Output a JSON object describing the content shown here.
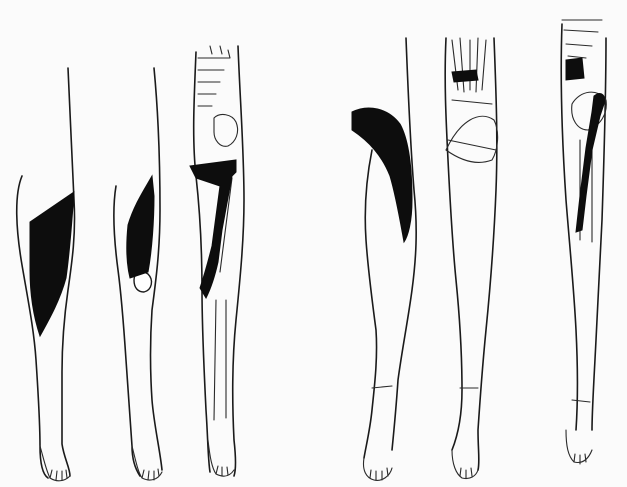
{
  "figure": {
    "background_color": "#fbfbfb",
    "ink_color": "#111111",
    "groups": [
      {
        "group": "left",
        "panels": [
          {
            "id": "leg-1",
            "view": "skin-outline",
            "marking": "shaded-lateral-thigh-band"
          },
          {
            "id": "leg-2",
            "view": "skin-outline",
            "marking": "shaded-lateral-thigh-region"
          },
          {
            "id": "leg-3",
            "view": "skeletal-outline",
            "marking": "shaded-femoral-nerve-path"
          }
        ]
      },
      {
        "group": "right",
        "panels": [
          {
            "id": "leg-4",
            "view": "skin-outline",
            "marking": "shaded-posterior-thigh-curve"
          },
          {
            "id": "leg-5",
            "view": "muscle-outline",
            "marking": "pelvic-muscle-detail"
          },
          {
            "id": "leg-6",
            "view": "skeletal-outline",
            "marking": "shaded-sciatic-nerve-path"
          }
        ]
      }
    ]
  }
}
